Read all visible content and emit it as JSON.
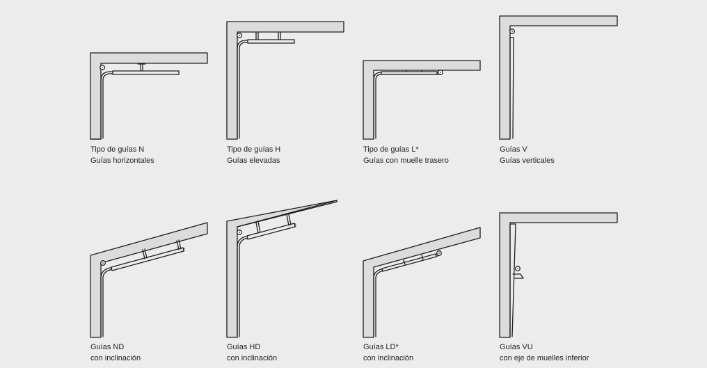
{
  "colors": {
    "background": "#ececec",
    "wall": "#dcdcdc",
    "stroke": "#1e1e1e",
    "text": "#222222"
  },
  "panels": [
    {
      "id": "n",
      "line1": "Tipo de guías N",
      "line2": "Guías horizontales"
    },
    {
      "id": "h",
      "line1": "Tipo de guías H",
      "line2": "Guías elevadas"
    },
    {
      "id": "l",
      "line1": "Tipo de guías L*",
      "line2": "Guías con muelle trasero"
    },
    {
      "id": "v",
      "line1": "Guías V",
      "line2": "Guías verticales"
    },
    {
      "id": "nd",
      "line1": "Guías ND",
      "line2": "con inclinación"
    },
    {
      "id": "hd",
      "line1": "Guías HD",
      "line2": "con inclinación"
    },
    {
      "id": "ld",
      "line1": "Guías LD*",
      "line2": "con inclinación"
    },
    {
      "id": "vu",
      "line1": "Guías VU",
      "line2": "con eje de muelles inferior"
    }
  ]
}
